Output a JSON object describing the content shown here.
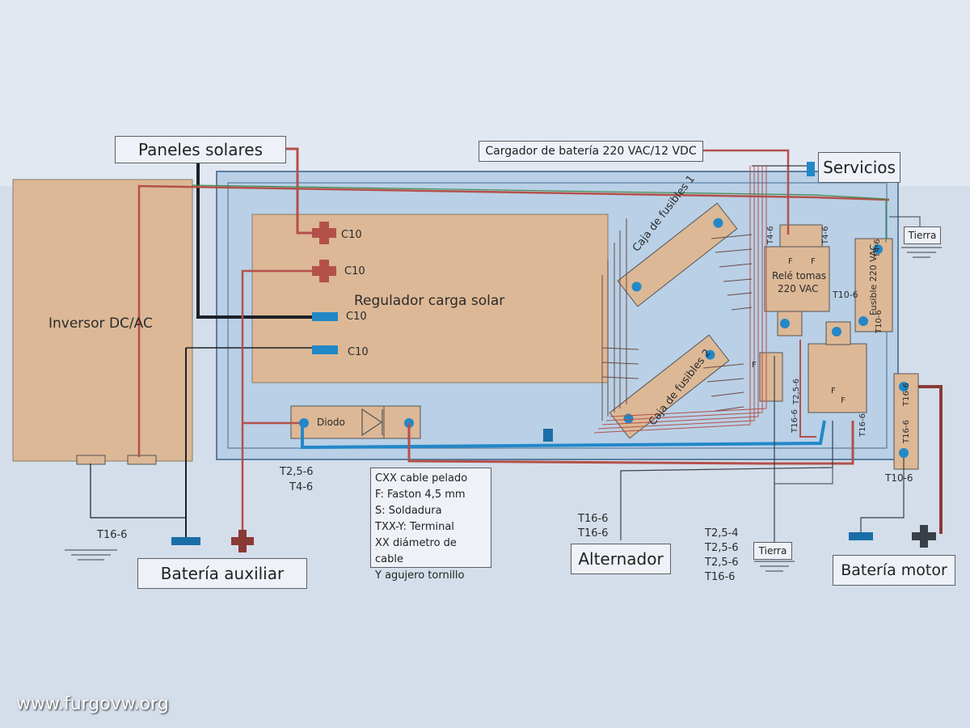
{
  "title_labels": {
    "paneles": "Paneles solares",
    "cargador": "Cargador de batería 220 VAC/12 VDC",
    "servicios": "Servicios",
    "inversor": "Inversor DC/AC",
    "regulador": "Regulador carga solar",
    "diodo": "Diodo",
    "caja1": "Caja de fusibles 1",
    "caja2": "Caja de fusibles 2",
    "rele_line1": "Relé tomas",
    "rele_line2": "220 VAC",
    "fusible220": "Fusible 220 VAC",
    "bateria_aux": "Batería auxiliar",
    "alternador": "Alternador",
    "bateria_motor": "Batería motor",
    "tierra_top": "Tierra",
    "tierra_bottom": "Tierra"
  },
  "terminals": {
    "c10_a": "C10",
    "c10_b": "C10",
    "c10_c": "C10",
    "c10_d": "C10",
    "t46_a": "T4-6",
    "t46_b": "T4-6",
    "t46_c": "T4-6",
    "t106_a": "T10-6",
    "t106_b": "T10-6",
    "t106_c": "T10-6",
    "t256_rele": "T2,5-6",
    "t166_rele": "T16-6",
    "t166_mid": "T16-6",
    "t166_bm1": "T16-6",
    "t166_bm2": "T16-6",
    "f_a": "F",
    "f_b": "F",
    "f_c": "F",
    "f_d": "F",
    "f_e": "F"
  },
  "wire_labels": {
    "t256_left": "T2,5-6",
    "t46_left": "T4-6",
    "t166_inv": "T16-6",
    "alt_1": "T16-6",
    "alt_2": "T16-6",
    "tierra_1": "T2,5-4",
    "tierra_2": "T2,5-6",
    "tierra_3": "T2,5-6",
    "tierra_4": "T16-6"
  },
  "legend": [
    "CXX cable pelado",
    "F: Faston 4,5 mm",
    "S: Soldadura",
    "TXX-Y: Terminal",
    "XX diámetro de cable",
    "Y agujero tornillo"
  ],
  "watermark": "www.furgovw.org",
  "colors": {
    "component": "#dcb896",
    "positive": "#b4504a",
    "negative": "#2288c8",
    "ground": "#3a3f46",
    "panel_bg": "#b9d0e6"
  }
}
